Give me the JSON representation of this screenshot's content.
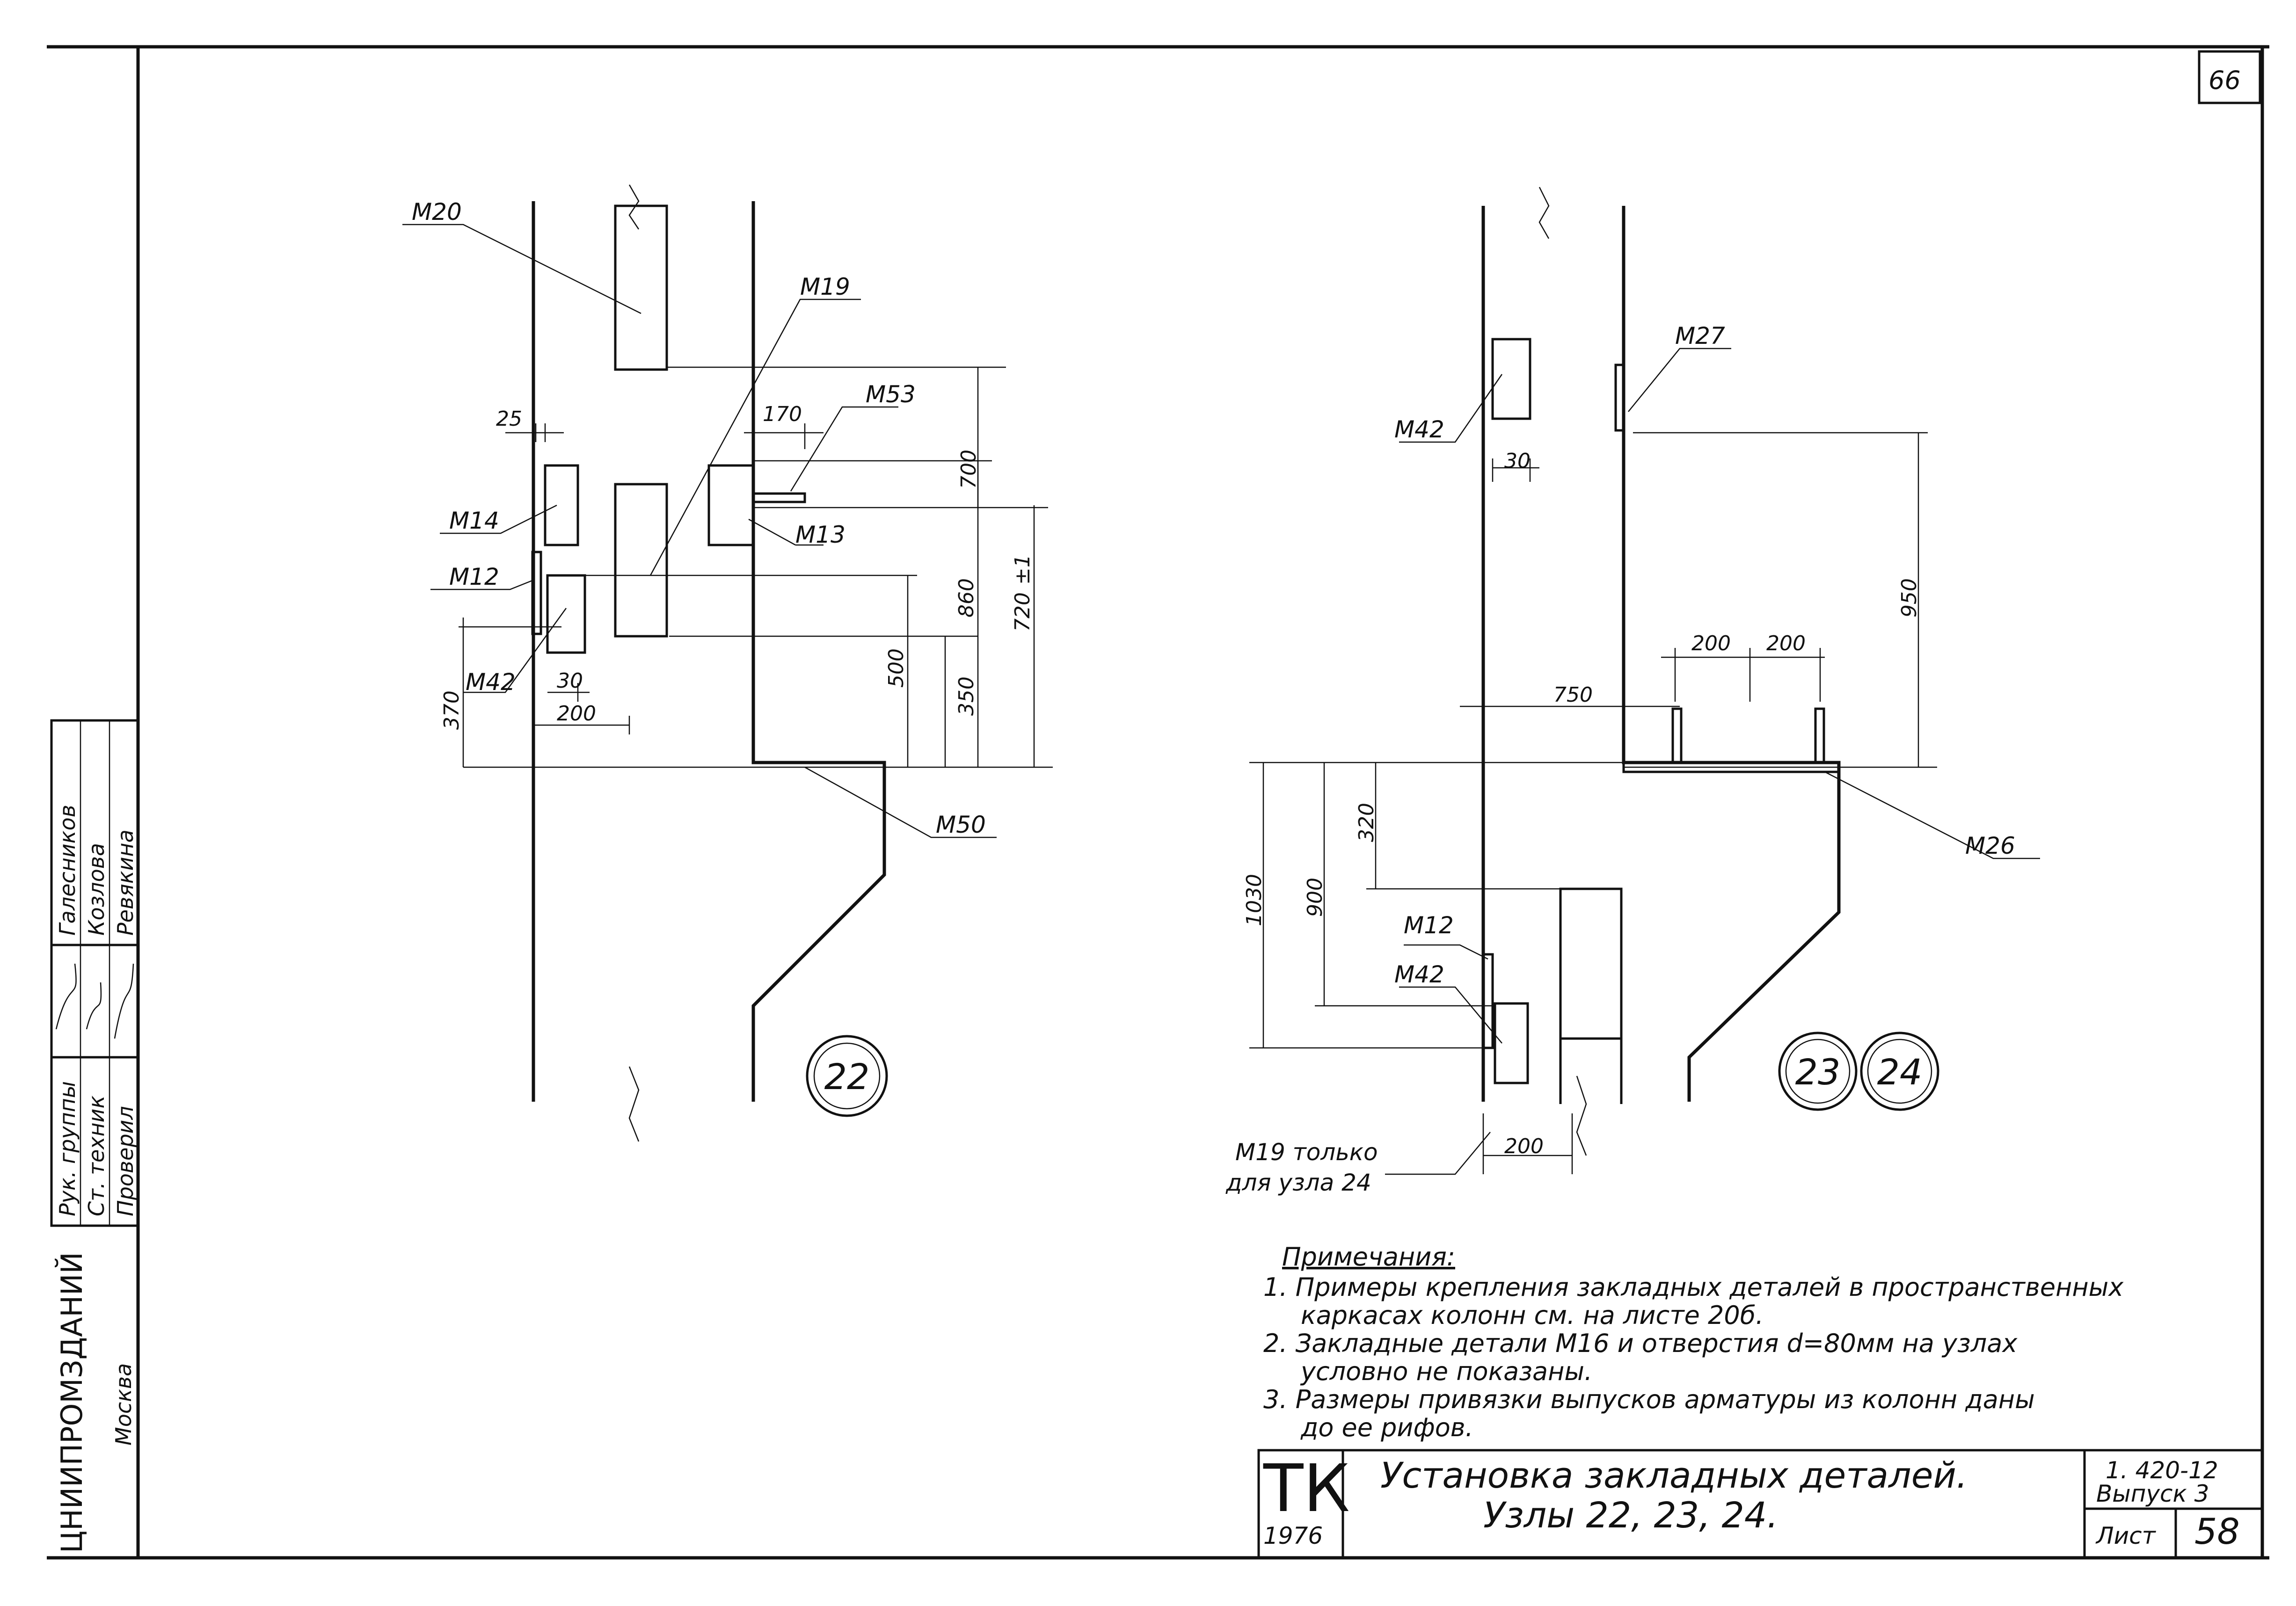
{
  "sheet": {
    "page_number": "66",
    "series": "1. 420-12",
    "issue": "Выпуск 3",
    "sheet_label": "Лист",
    "sheet_no": "58",
    "org_name": "ЦНИИПРОМЗДАНИЙ",
    "org_city": "Москва"
  },
  "stamp": {
    "roles": [
      "Рук. группы",
      "Ст. техник",
      "Проверил"
    ],
    "names": [
      "Галесников",
      "Козлова",
      "Ревякина"
    ]
  },
  "title_block": {
    "tk": "ТК",
    "year": "1976",
    "title_line1": "Установка закладных деталей.",
    "title_line2": "Узлы 22, 23, 24."
  },
  "node22": {
    "badge": "22",
    "parts": [
      "М20",
      "М19",
      "М53",
      "М14",
      "М12",
      "М13",
      "М42",
      "М50"
    ],
    "dims": [
      "25",
      "170",
      "700",
      "860",
      "720",
      "±1",
      "500",
      "350",
      "370",
      "30",
      "200"
    ]
  },
  "node2324": {
    "badges": [
      "23",
      "24"
    ],
    "parts": [
      "М27",
      "М42",
      "М26",
      "М12",
      "М42"
    ],
    "dims": [
      "30",
      "950",
      "200",
      "200",
      "750",
      "320",
      "1030",
      "900",
      "200"
    ],
    "note_m19_line1": "М19 только",
    "note_m19_line2": "для узла 24"
  },
  "notes": {
    "heading": "Примечания:",
    "lines": [
      "1. Примеры крепления закладных деталей в пространственных",
      "каркасах колонн см. на листе 20б.",
      "2. Закладные детали М16 и отверстия d=80мм на узлах",
      "условно не показаны.",
      "3. Размеры привязки выпусков арматуры из колонн даны",
      "до ее рифов."
    ]
  }
}
